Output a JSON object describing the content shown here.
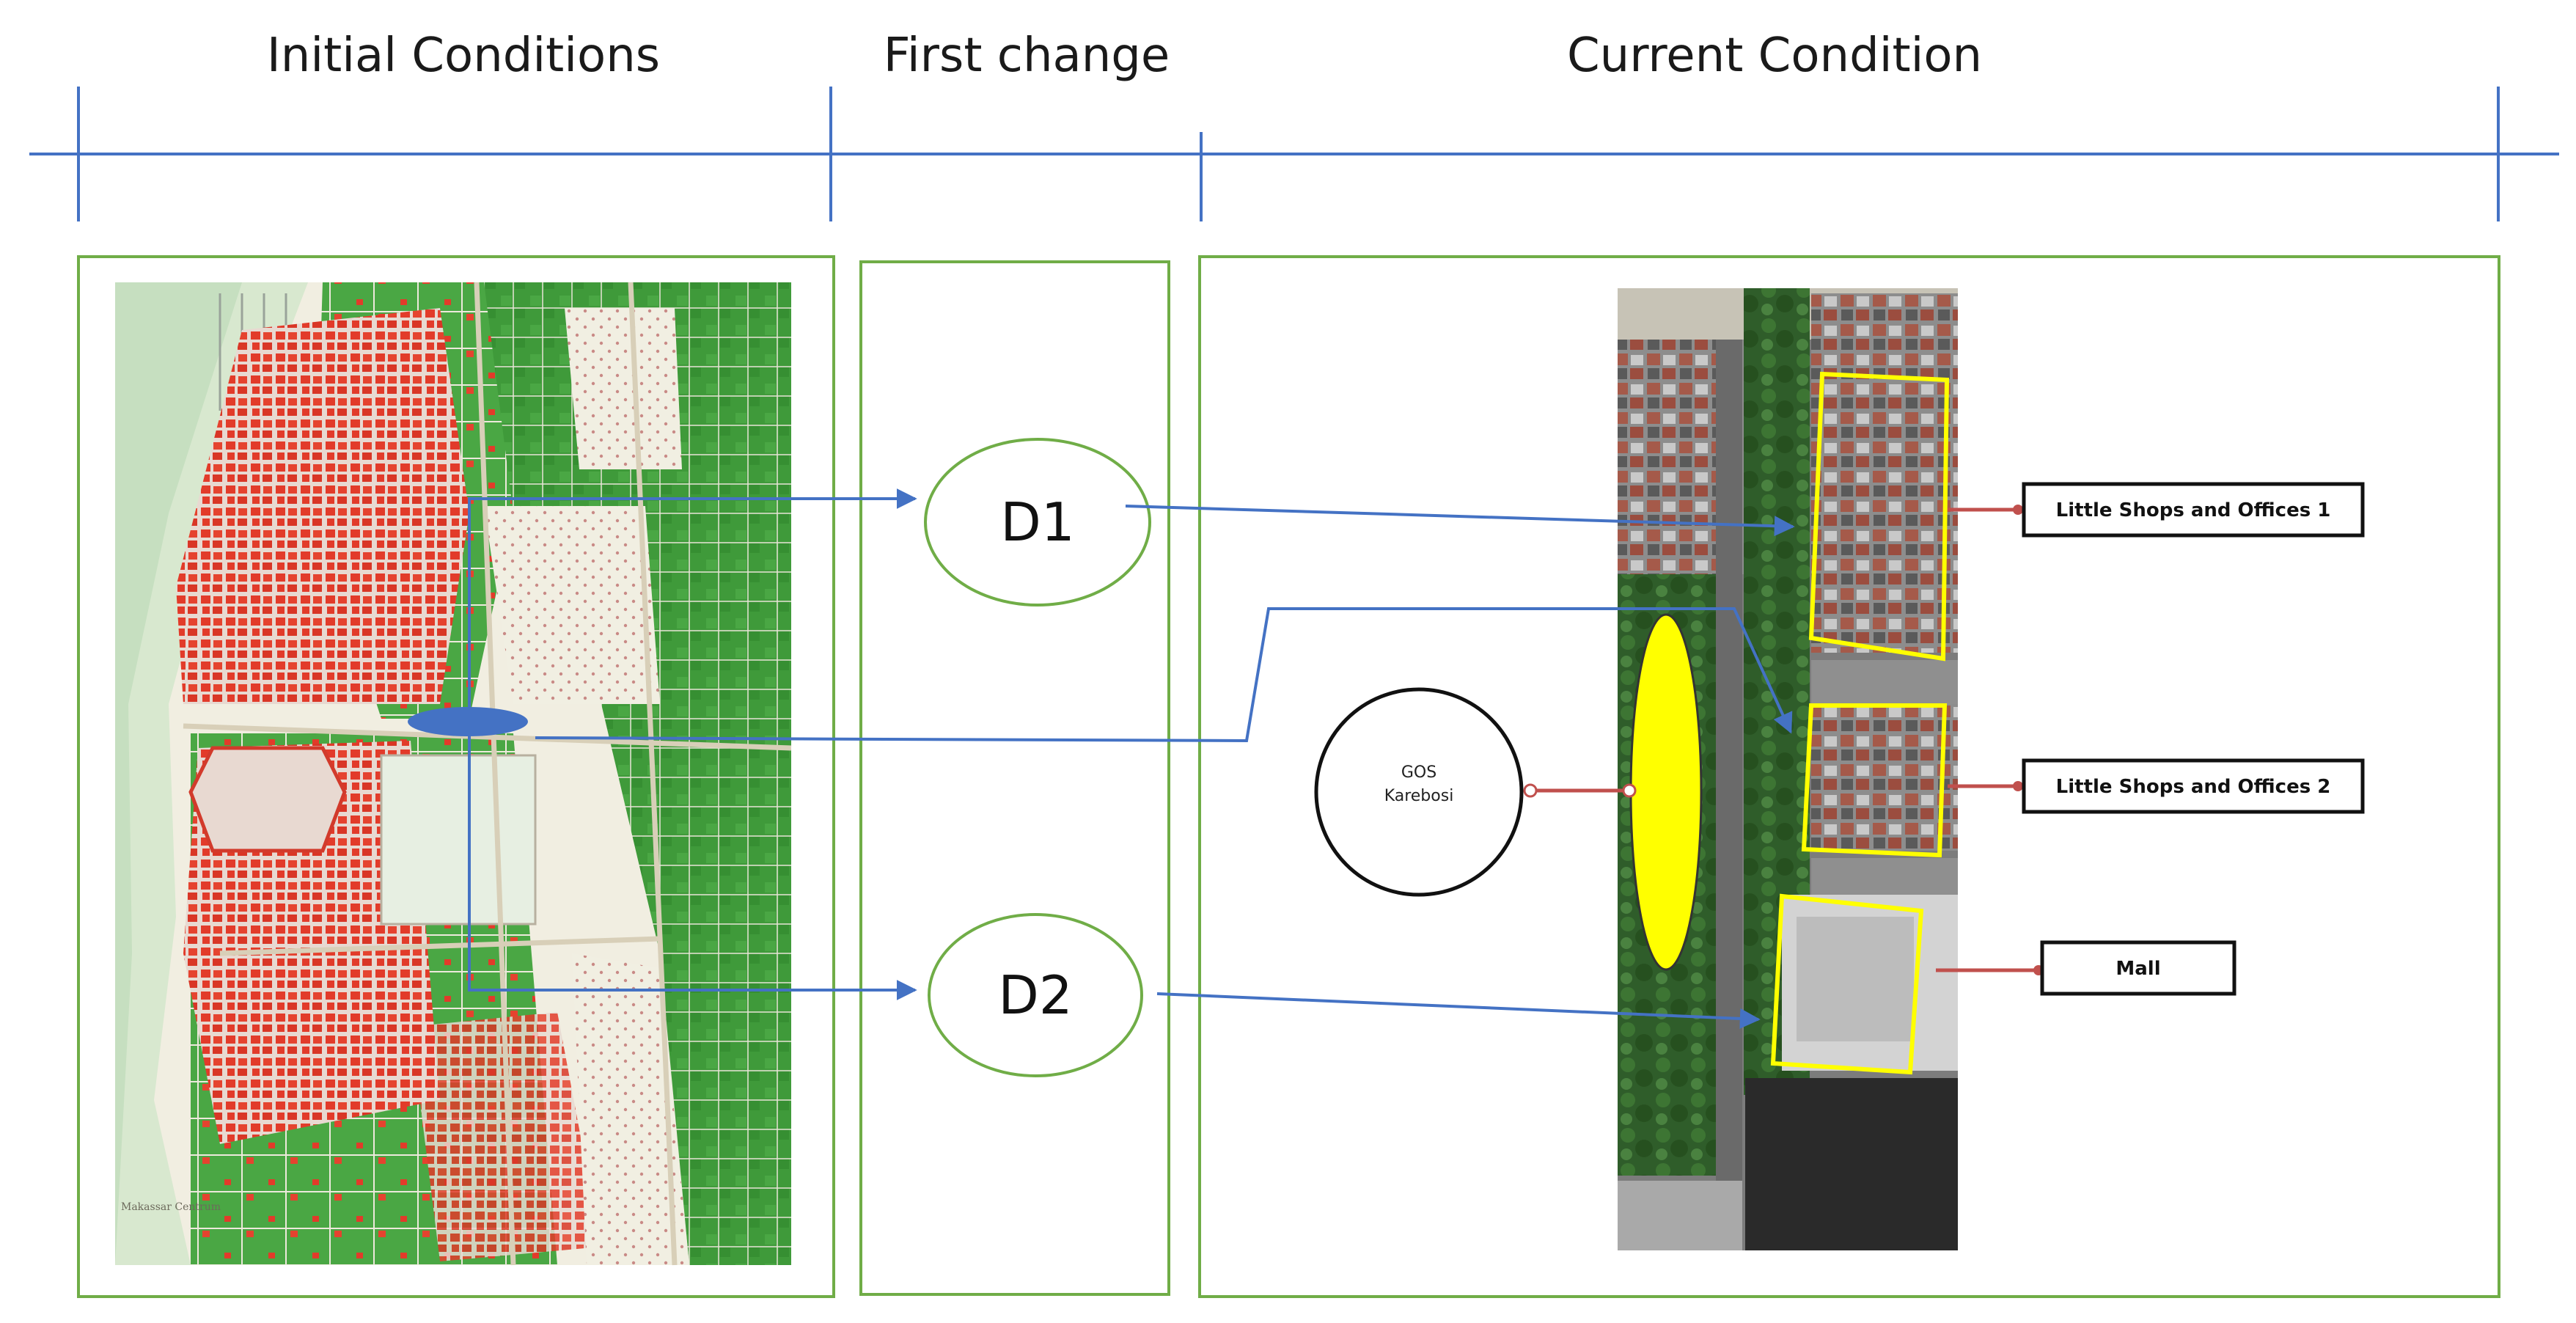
{
  "headers": {
    "initial": "Initial Conditions",
    "first_change": "First change",
    "current": "Current Condition"
  },
  "nodes": {
    "d1": "D1",
    "d2": "D2"
  },
  "gos": {
    "line1": "GOS",
    "line2": "Karebosi"
  },
  "labels": {
    "shops1": "Little Shops and Offices 1",
    "shops2": "Little Shops and Offices 2",
    "mall": "Mall"
  },
  "map_caption": "Makassar Centrum",
  "colors": {
    "timeline": "#4472c4",
    "panel_border": "#70ad47",
    "arrow": "#4472c4",
    "callout": "#c0504d",
    "highlight": "#ffff00",
    "marker": "#4472c4"
  }
}
